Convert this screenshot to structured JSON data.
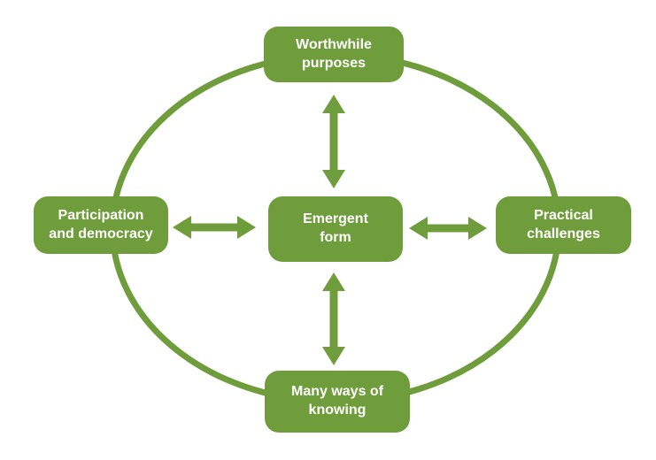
{
  "diagram": {
    "accent_color": "#6F9D3B",
    "text_color": "#FFFFFF",
    "background_color": "#FFFFFF",
    "nodes": {
      "center": {
        "label": "Emergent\nform"
      },
      "top": {
        "label": "Worthwhile\npurposes"
      },
      "left": {
        "label": "Participation\nand democracy"
      },
      "right": {
        "label": "Practical\nchallenges"
      },
      "bottom": {
        "label": "Many ways of\nknowing"
      }
    },
    "connections": [
      {
        "from": "center",
        "to": "top",
        "type": "bidirectional-arrow"
      },
      {
        "from": "center",
        "to": "left",
        "type": "bidirectional-arrow"
      },
      {
        "from": "center",
        "to": "right",
        "type": "bidirectional-arrow"
      },
      {
        "from": "center",
        "to": "bottom",
        "type": "bidirectional-arrow"
      },
      {
        "shape": "ellipse",
        "connects": [
          "top",
          "left",
          "right",
          "bottom"
        ],
        "type": "cycle-ring"
      }
    ]
  }
}
